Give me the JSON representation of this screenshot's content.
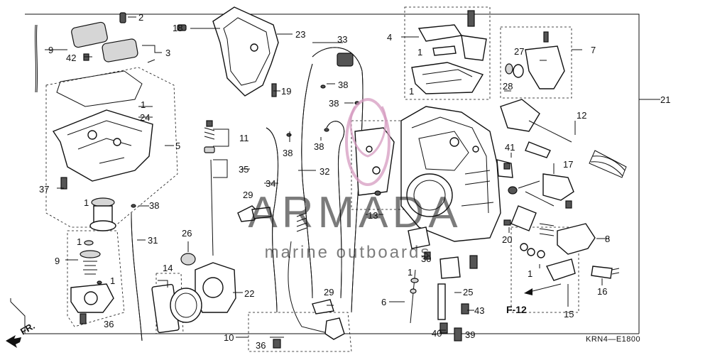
{
  "callouts": {
    "c1a": "1",
    "c1b": "1",
    "c1c": "1",
    "c1d": "1",
    "c1e": "1",
    "c1f": "1",
    "c1g": "1",
    "c1h": "1",
    "c2": "2",
    "c3": "3",
    "c4": "4",
    "c5": "5",
    "c6": "6",
    "c7": "7",
    "c8": "8",
    "c9a": "9",
    "c9b": "9",
    "c10": "10",
    "c11": "11",
    "c12": "12",
    "c13": "13",
    "c14": "14",
    "c15": "15",
    "c16": "16",
    "c17": "17",
    "c18": "18",
    "c19": "19",
    "c20": "20",
    "c21": "21",
    "c22": "22",
    "c23": "23",
    "c24": "24",
    "c25": "25",
    "c26": "26",
    "c27": "27",
    "c28": "28",
    "c29a": "29",
    "c29b": "29",
    "c30": "30",
    "c31": "31",
    "c32": "32",
    "c33": "33",
    "c34": "34",
    "c35": "35",
    "c36a": "36",
    "c36b": "36",
    "c37": "37",
    "c38a": "38",
    "c38b": "38",
    "c38c": "38",
    "c38d": "38",
    "c38e": "38",
    "c39": "39",
    "c40": "40",
    "c41": "41",
    "c42": "42",
    "c43": "43"
  },
  "figure_ref": "F-12",
  "direction_label": "FR.",
  "diagram_code": "KRN4—E1800",
  "watermark": {
    "brand": "ARMADA",
    "tagline": "marine outboards"
  }
}
